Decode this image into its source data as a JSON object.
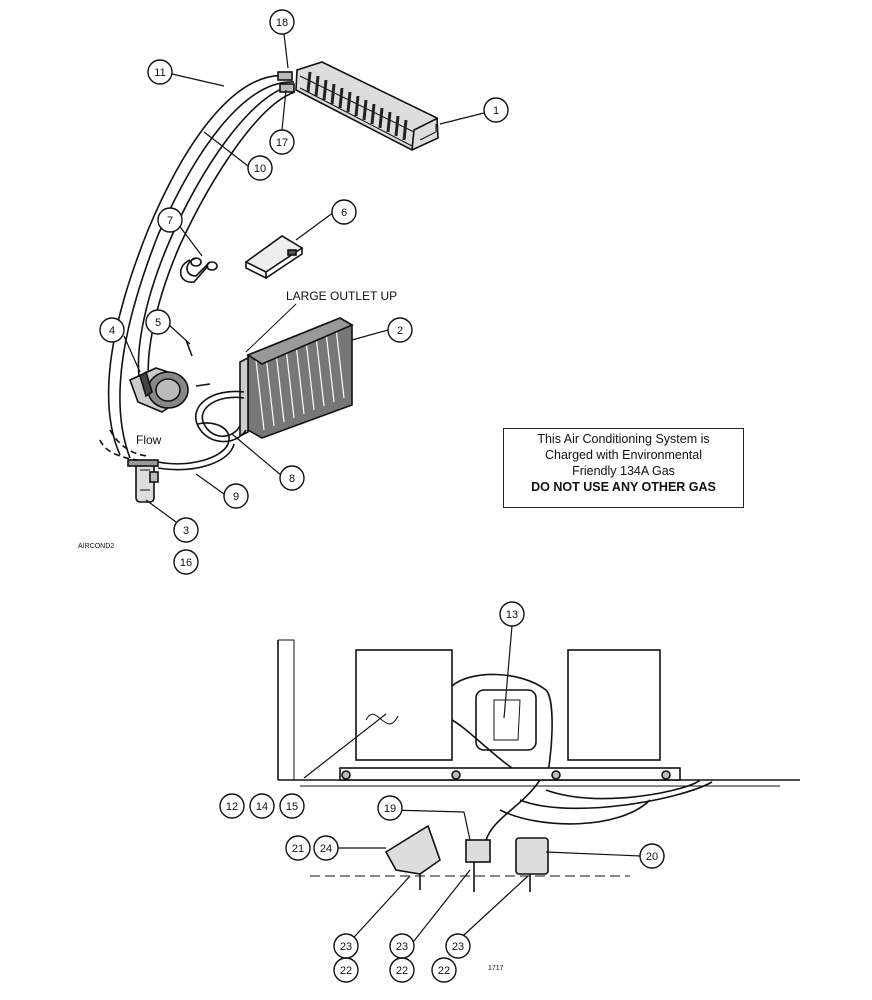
{
  "callouts": [
    "1",
    "2",
    "3",
    "4",
    "5",
    "6",
    "7",
    "8",
    "9",
    "10",
    "11",
    "12",
    "13",
    "14",
    "15",
    "16",
    "17",
    "18",
    "19",
    "20",
    "21",
    "22",
    "23",
    "24"
  ],
  "labels": {
    "large_outlet_up": "LARGE OUTLET UP",
    "flow": "Flow",
    "drawing_id": "AIRCOND2",
    "page_code": "1717"
  },
  "notice": {
    "line1": "This Air Conditioning System is",
    "line2": "Charged with Environmental",
    "line3": "Friendly 134A Gas",
    "line4": "DO NOT USE ANY OTHER GAS"
  }
}
